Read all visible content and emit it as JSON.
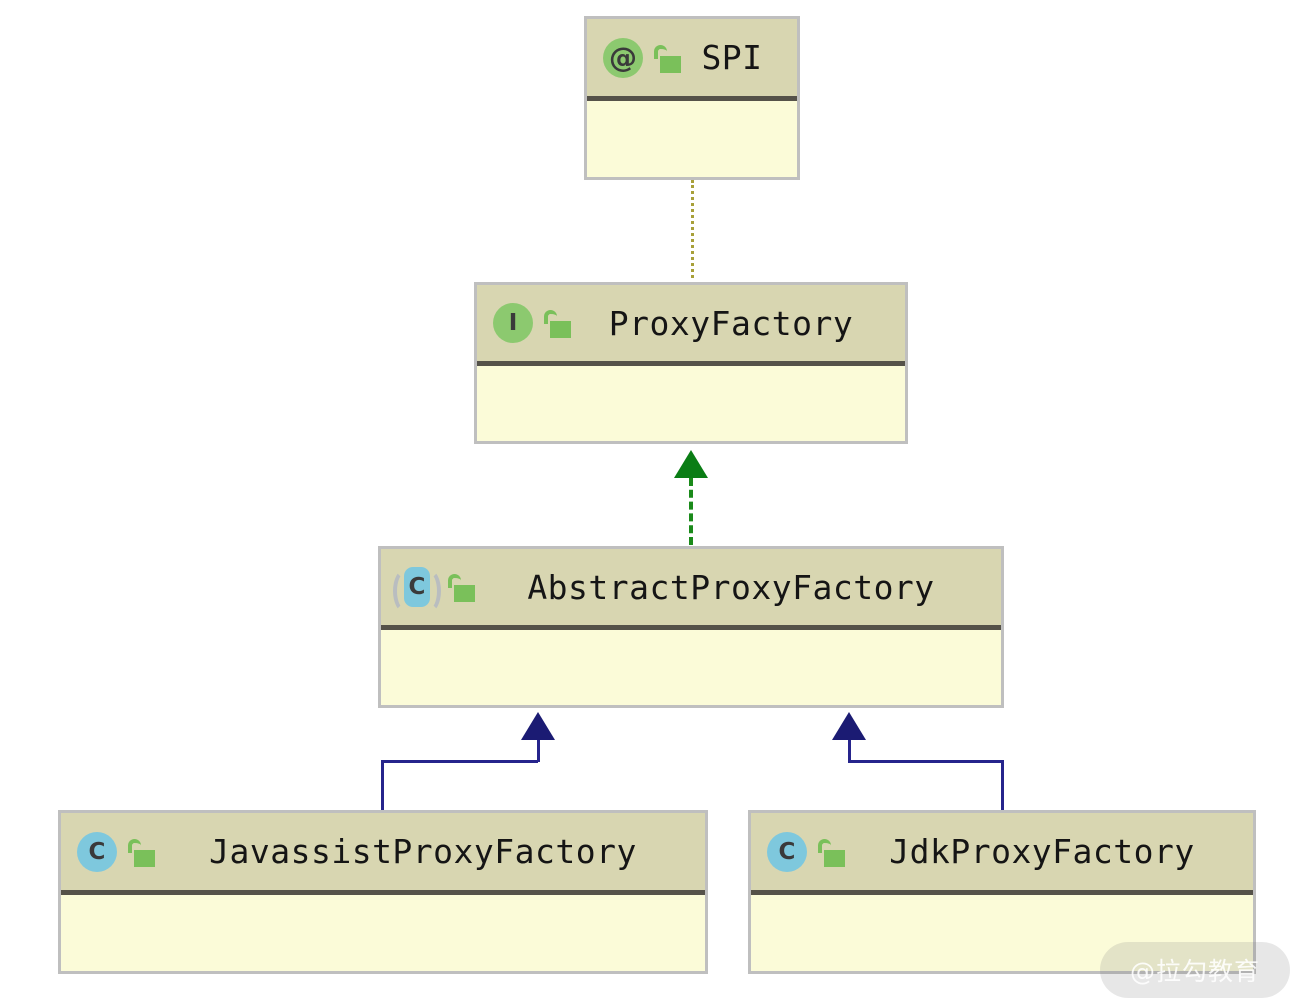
{
  "diagram": {
    "type": "uml-class-diagram",
    "background_color": "#ffffff",
    "node_header_color": "#d8d6b1",
    "node_body_color": "#fbfbd8",
    "node_border_color": "#bfbfbf",
    "separator_color": "#555249",
    "nodes": [
      {
        "id": "spi",
        "title": "SPI",
        "stereotype": "annotation",
        "badge_glyph": "@",
        "badge_color": "#8cc96f",
        "visibility_icon": "unlock-icon"
      },
      {
        "id": "proxy-factory",
        "title": "ProxyFactory",
        "stereotype": "interface",
        "badge_glyph": "I",
        "badge_color": "#8cc96f",
        "visibility_icon": "unlock-icon"
      },
      {
        "id": "abstract-proxy-factory",
        "title": "AbstractProxyFactory",
        "stereotype": "abstract-class",
        "badge_glyph": "C",
        "badge_color": "#7ec8dd",
        "visibility_icon": "unlock-icon"
      },
      {
        "id": "javassist-proxy-factory",
        "title": "JavassistProxyFactory",
        "stereotype": "class",
        "badge_glyph": "C",
        "badge_color": "#7ec8dd",
        "visibility_icon": "unlock-icon"
      },
      {
        "id": "jdk-proxy-factory",
        "title": "JdkProxyFactory",
        "stereotype": "class",
        "badge_glyph": "C",
        "badge_color": "#7ec8dd",
        "visibility_icon": "unlock-icon"
      }
    ],
    "edges": [
      {
        "id": "edge-spi-proxyfactory",
        "from": "proxy-factory",
        "to": "spi",
        "style": "dotted",
        "color": "#a8a03a",
        "arrow": "none",
        "relation": "annotated-with"
      },
      {
        "id": "edge-abstract-implements-proxyfactory",
        "from": "abstract-proxy-factory",
        "to": "proxy-factory",
        "style": "dashed",
        "color": "#1a8a1a",
        "arrow": "filled-triangle",
        "relation": "realization"
      },
      {
        "id": "edge-javassist-extends-abstract",
        "from": "javassist-proxy-factory",
        "to": "abstract-proxy-factory",
        "style": "solid",
        "color": "#26248c",
        "arrow": "filled-triangle",
        "relation": "generalization"
      },
      {
        "id": "edge-jdk-extends-abstract",
        "from": "jdk-proxy-factory",
        "to": "abstract-proxy-factory",
        "style": "solid",
        "color": "#26248c",
        "arrow": "filled-triangle",
        "relation": "generalization"
      }
    ]
  },
  "watermark": {
    "text": "@拉勾教育"
  }
}
